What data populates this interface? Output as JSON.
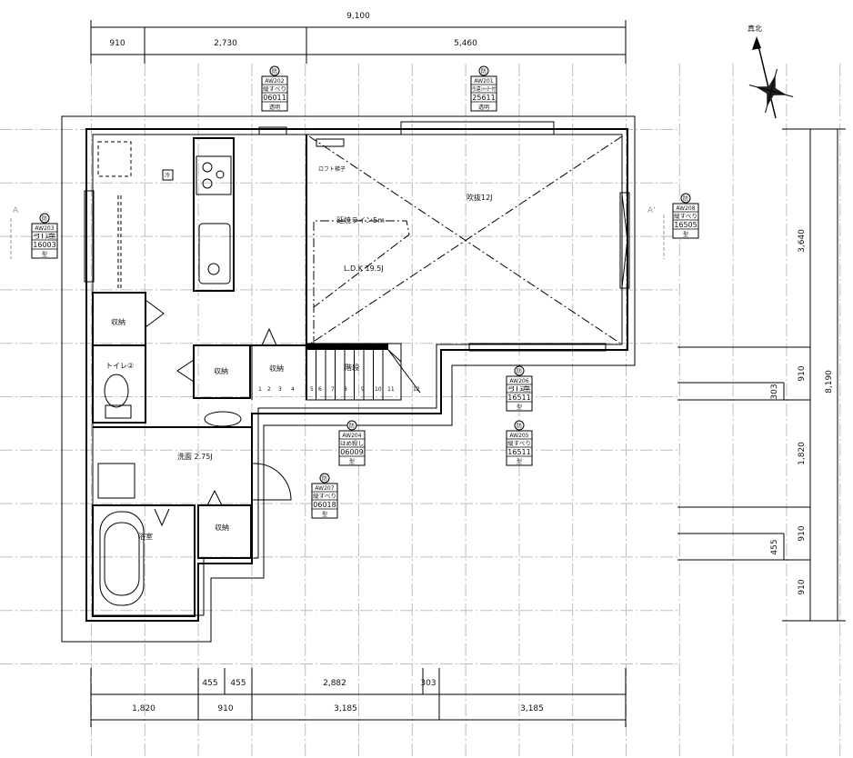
{
  "compass": {
    "label": "真北"
  },
  "section_marks": {
    "left": "A",
    "right": "A'"
  },
  "dimensions": {
    "top_total": "9,100",
    "top_parts": [
      "910",
      "2,730",
      "5,460"
    ],
    "bottom_upper": [
      "455",
      "455",
      "2,882",
      "303"
    ],
    "bottom_lower": [
      "1,820",
      "910",
      "3,185",
      "3,185"
    ],
    "right_parts": [
      "3,640",
      "910",
      "1,820",
      "910",
      "910"
    ],
    "right_total": "8,190",
    "right_inner": [
      "303",
      "455"
    ]
  },
  "rooms": {
    "ldk": "L.D.K 19.5J",
    "fukinuke": "吹抜12J",
    "enshou": "延焼ライン5m",
    "loft": "ロフト梯子",
    "fridge": "冷",
    "storage1": "収納",
    "storage2": "収納",
    "storage3": "収納",
    "storage4": "収納",
    "toilet": "トイレ②",
    "stairs": "階段",
    "washroom": "洗面 2.75J",
    "bath": "浴室"
  },
  "stair_steps": [
    "1",
    "2",
    "3",
    "4",
    "5",
    "6",
    "7",
    "8",
    "9",
    "10",
    "11",
    "12"
  ],
  "window_tags": [
    {
      "mark": "防",
      "id": "AW202",
      "type": "縦すべり",
      "code": "06011",
      "glass": "透明"
    },
    {
      "mark": "防",
      "id": "AW201",
      "type": "引違ｼｬｯﾀｰ付",
      "code": "25611",
      "glass": "透明"
    },
    {
      "mark": "防",
      "id": "AW203",
      "type": "引違",
      "code": "16003",
      "glass": "型"
    },
    {
      "mark": "防",
      "id": "AW208",
      "type": "縦すべり",
      "code": "16505",
      "glass": "型"
    },
    {
      "mark": "防",
      "id": "AW206",
      "type": "引違",
      "code": "16511",
      "glass": "型"
    },
    {
      "mark": "防",
      "id": "AW205",
      "type": "縦すべり",
      "code": "16511",
      "glass": "型"
    },
    {
      "mark": "防",
      "id": "AW204",
      "type": "はめ殺し",
      "code": "06009",
      "glass": "型"
    },
    {
      "mark": "防",
      "id": "AW207",
      "type": "縦すべり",
      "code": "06018",
      "glass": "型"
    }
  ]
}
